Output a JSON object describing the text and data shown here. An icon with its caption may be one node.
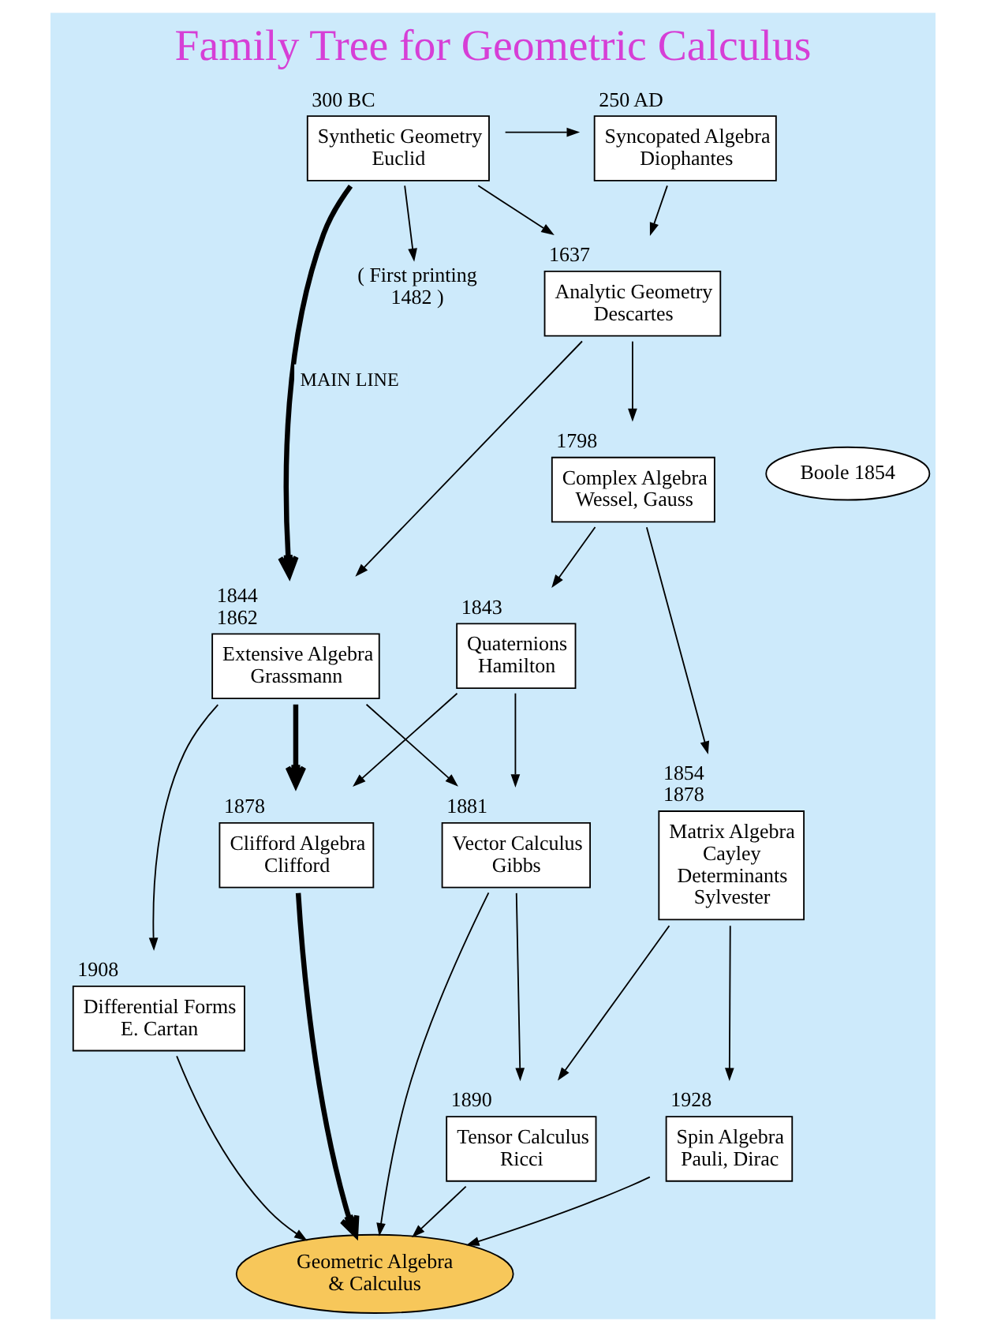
{
  "diagram": {
    "title": "Family Tree for Geometric Calculus",
    "nodes": [
      {
        "text": [
          "Synthetic Geometry Euclid"
        ],
        "beside": [
          "300 BC"
        ]
      },
      {
        "text": [
          "Syncopated Algebra Diophantes"
        ],
        "beside": [
          "250 AD"
        ]
      },
      {
        "text": [
          "( First printing 1482 )"
        ]
      },
      {
        "text": [
          "Analytic Geometry Descartes"
        ],
        "beside": [
          "1637"
        ]
      },
      {
        "text": [
          "Boole 1854"
        ]
      },
      {
        "text": [
          "Complex Algebra Wessel, Gauss"
        ],
        "beside": [
          "1798"
        ]
      },
      {
        "text": [
          "Quaternions Hamilton"
        ],
        "beside": [
          "1843"
        ]
      },
      {
        "text": [
          "Extensive Algebra Grassmann"
        ],
        "beside": [
          "1844",
          "1862"
        ]
      },
      {
        "text": [
          "Matrix Algebra Cayley",
          "Determinants Sylvester"
        ],
        "beside": [
          "1854",
          "1878"
        ]
      },
      {
        "text": [
          "Vector Calculus Gibbs"
        ],
        "beside": [
          "1881"
        ]
      },
      {
        "text": [
          "Clifford Algebra Clifford"
        ],
        "beside": [
          "1878"
        ]
      },
      {
        "text": [
          "Tensor Calculus Ricci"
        ],
        "beside": [
          "1890"
        ]
      },
      {
        "text": [
          "Differential Forms E. Cartan"
        ],
        "beside": [
          "1908"
        ]
      },
      {
        "text": [
          "Spin Algebra Pauli, Dirac"
        ],
        "beside": [
          "1928"
        ]
      },
      {
        "text": [
          "Geometric Algebra & Calculus"
        ]
      }
    ],
    "edges": [
      {
        "from": 0,
        "to": 1,
        "arrow": "to"
      },
      {
        "from": 0,
        "to": 3,
        "arrow": "to"
      },
      {
        "from": 0,
        "to": 2,
        "arrow": "to"
      },
      {
        "from": 0,
        "to": 7,
        "arrow": "to",
        "style": "thick",
        "label": "MAIN LINE"
      },
      {
        "from": 1,
        "to": 3,
        "arrow": "to"
      },
      {
        "from": 3,
        "to": 5,
        "arrow": "to"
      },
      {
        "from": 3,
        "to": 7,
        "arrow": "to"
      },
      {
        "from": 5,
        "to": 8,
        "arrow": "to"
      },
      {
        "from": 5,
        "to": 6,
        "arrow": "to"
      },
      {
        "from": 6,
        "to": 9,
        "arrow": "to"
      },
      {
        "from": 6,
        "to": 10,
        "arrow": "to"
      },
      {
        "from": 7,
        "to": 9,
        "arrow": "to"
      },
      {
        "from": 7,
        "to": 10,
        "arrow": "to",
        "style": "thick"
      },
      {
        "from": 7,
        "to": 12,
        "arrow": "to"
      },
      {
        "from": 8,
        "to": 13,
        "arrow": "to"
      },
      {
        "from": 8,
        "to": 11,
        "arrow": "to"
      },
      {
        "from": 9,
        "to": 11,
        "arrow": "to"
      },
      {
        "from": 9,
        "to": 14,
        "arrow": "to"
      },
      {
        "from": 11,
        "to": 14,
        "arrow": "to"
      },
      {
        "from": 10,
        "to": 14,
        "arrow": "to",
        "style": "thick"
      },
      {
        "from": 13,
        "to": 14,
        "arrow": "to"
      },
      {
        "from": 12,
        "to": 14,
        "arrow": "to"
      }
    ]
  }
}
